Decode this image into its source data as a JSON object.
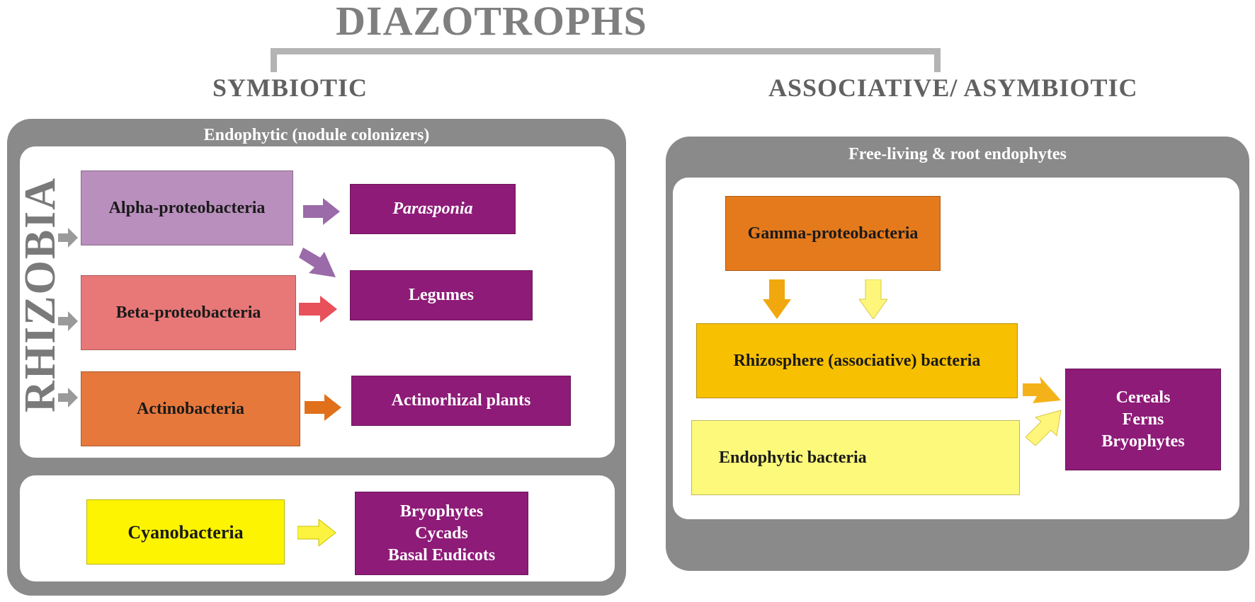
{
  "title": "DIAZOTROPHS",
  "sections": {
    "symbiotic": "SYMBIOTIC",
    "associative": "ASSOCIATIVE/ ASYMBIOTIC"
  },
  "left_panel": {
    "label": "Endophytic (nodule colonizers)",
    "rhizobia_label": "RHIZOBIA",
    "bacteria": {
      "alpha": "Alpha-proteobacteria",
      "beta": "Beta-proteobacteria",
      "actino": "Actinobacteria",
      "cyano": "Cyanobacteria"
    },
    "hosts": {
      "parasponia": "Parasponia",
      "legumes": "Legumes",
      "actinorhizal": "Actinorhizal plants",
      "cyano_hosts": [
        "Bryophytes",
        "Cycads",
        "Basal Eudicots"
      ]
    }
  },
  "right_panel": {
    "label": "Free-living & root endophytes",
    "bacteria": {
      "gamma": "Gamma-proteobacteria",
      "rhizosphere": "Rhizosphere (associative) bacteria",
      "endophytic": "Endophytic bacteria"
    },
    "hosts": {
      "cereal_hosts": [
        "Cereals",
        "Ferns",
        "Bryophytes"
      ]
    }
  },
  "colors": {
    "purple_host": "#8e1b78",
    "alpha": "#b98fbd",
    "beta": "#e87878",
    "actino": "#e6783c",
    "cyano": "#fcf400",
    "gamma": "#e57a1c",
    "rhizosphere": "#f7c000",
    "endophytic": "#fdf97b",
    "panel_gray": "#8a8a8a"
  }
}
